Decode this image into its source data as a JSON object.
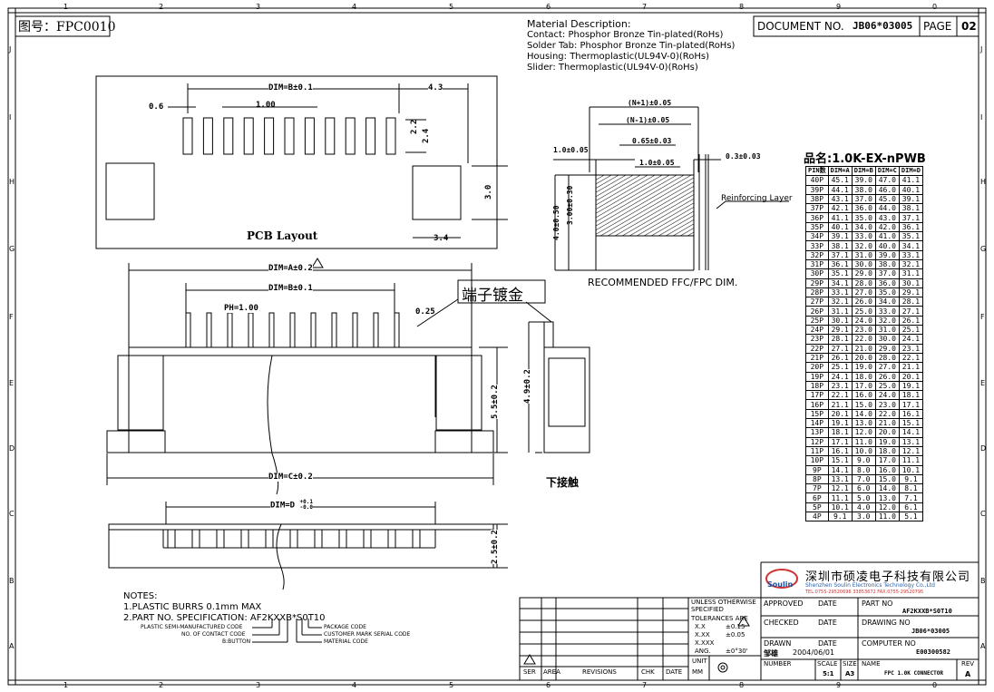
{
  "header": {
    "fig_label": "图号：FPC0010",
    "doc_no_label": "DOCUMENT NO.",
    "doc_no": "JB06*03005",
    "page_label": "PAGE",
    "page": "02"
  },
  "grid": {
    "cols_top": [
      "1",
      "2",
      "3",
      "4",
      "5",
      "6",
      "7",
      "8",
      "9",
      "0"
    ],
    "rows_side": [
      "J",
      "I",
      "H",
      "G",
      "F",
      "E",
      "D",
      "C",
      "B",
      "A"
    ]
  },
  "material": {
    "title": "Material Description:",
    "lines": [
      "Contact: Phosphor Bronze Tin-plated(RoHs)",
      "Solder Tab: Phosphor Bronze Tin-plated(RoHs)",
      "Housing: Thermoplastic(UL94V-0)(RoHs)",
      "Slider: Thermoplastic(UL94V-0)(RoHs)"
    ]
  },
  "pcb": {
    "title": "PCB Layout",
    "dim_b": "DIM=B±0.1",
    "d43": "4.3",
    "d06": "0.6",
    "d100": "1.00",
    "d22": "2.2",
    "d24": "2.4",
    "d30": "3.0",
    "d34": "3.4"
  },
  "ffc": {
    "title": "RECOMMENDED FFC/FPC DIM.",
    "n1": "(N+1)±0.05",
    "nm1": "(N-1)±0.05",
    "d065": "0.65±0.03",
    "d10": "1.0±0.05",
    "d10b": "1.0±0.05",
    "d03": "0.3±0.03",
    "d40": "4.0±0.50",
    "d30": "3.00±0.30",
    "reinforce": "Reinforcing Layer"
  },
  "front": {
    "dim_a": "DIM=A±0.2",
    "dim_b": "DIM=B±0.1",
    "ph": "PH=1.00",
    "d025": "0.25",
    "dim_c": "DIM=C±0.2",
    "d55": "5.5±0.2",
    "plating": "端子镀金"
  },
  "side": {
    "d49": "4.9±0.2",
    "bottom_contact": "下接触"
  },
  "bottom": {
    "dim_d": "DIM=D",
    "tol_up": "+0.1",
    "tol_dn": "-0.0",
    "d25": "2.5±0.2"
  },
  "notes": {
    "title": "NOTES:",
    "n1": "1.PLASTIC BURRS 0.1mm MAX",
    "n2": "2.PART NO. SPECIFICATION: AF2KXXB*S0T10",
    "c1": "PLASTIC SEMI-MANUFACTURED CODE",
    "c2": "NO. OF CONTACT CODE",
    "c3": "B:BUTTON",
    "c4": "PACKAGE CODE",
    "c5": "CUSTOMER MARK SERIAL CODE",
    "c6": "MATERIAL CODE"
  },
  "pin_table": {
    "title": "品名:1.0K-EX-nPWB",
    "headers": [
      "PIN数",
      "DIM=A",
      "DIM=B",
      "DIM=C",
      "DIM=D"
    ],
    "rows": [
      [
        "40P",
        "45.1",
        "39.0",
        "47.0",
        "41.1"
      ],
      [
        "39P",
        "44.1",
        "38.0",
        "46.0",
        "40.1"
      ],
      [
        "38P",
        "43.1",
        "37.0",
        "45.0",
        "39.1"
      ],
      [
        "37P",
        "42.1",
        "36.0",
        "44.0",
        "38.1"
      ],
      [
        "36P",
        "41.1",
        "35.0",
        "43.0",
        "37.1"
      ],
      [
        "35P",
        "40.1",
        "34.0",
        "42.0",
        "36.1"
      ],
      [
        "34P",
        "39.1",
        "33.0",
        "41.0",
        "35.1"
      ],
      [
        "33P",
        "38.1",
        "32.0",
        "40.0",
        "34.1"
      ],
      [
        "32P",
        "37.1",
        "31.0",
        "39.0",
        "33.1"
      ],
      [
        "31P",
        "36.1",
        "30.0",
        "38.0",
        "32.1"
      ],
      [
        "30P",
        "35.1",
        "29.0",
        "37.0",
        "31.1"
      ],
      [
        "29P",
        "34.1",
        "28.0",
        "36.0",
        "30.1"
      ],
      [
        "28P",
        "33.1",
        "27.0",
        "35.0",
        "29.1"
      ],
      [
        "27P",
        "32.1",
        "26.0",
        "34.0",
        "28.1"
      ],
      [
        "26P",
        "31.1",
        "25.0",
        "33.0",
        "27.1"
      ],
      [
        "25P",
        "30.1",
        "24.0",
        "32.0",
        "26.1"
      ],
      [
        "24P",
        "29.1",
        "23.0",
        "31.0",
        "25.1"
      ],
      [
        "23P",
        "28.1",
        "22.0",
        "30.0",
        "24.1"
      ],
      [
        "22P",
        "27.1",
        "21.0",
        "29.0",
        "23.1"
      ],
      [
        "21P",
        "26.1",
        "20.0",
        "28.0",
        "22.1"
      ],
      [
        "20P",
        "25.1",
        "19.0",
        "27.0",
        "21.1"
      ],
      [
        "19P",
        "24.1",
        "18.0",
        "26.0",
        "20.1"
      ],
      [
        "18P",
        "23.1",
        "17.0",
        "25.0",
        "19.1"
      ],
      [
        "17P",
        "22.1",
        "16.0",
        "24.0",
        "18.1"
      ],
      [
        "16P",
        "21.1",
        "15.0",
        "23.0",
        "17.1"
      ],
      [
        "15P",
        "20.1",
        "14.0",
        "22.0",
        "16.1"
      ],
      [
        "14P",
        "19.1",
        "13.0",
        "21.0",
        "15.1"
      ],
      [
        "13P",
        "18.1",
        "12.0",
        "20.0",
        "14.1"
      ],
      [
        "12P",
        "17.1",
        "11.0",
        "19.0",
        "13.1"
      ],
      [
        "11P",
        "16.1",
        "10.0",
        "18.0",
        "12.1"
      ],
      [
        "10P",
        "15.1",
        "9.0",
        "17.0",
        "11.1"
      ],
      [
        "9P",
        "14.1",
        "8.0",
        "16.0",
        "10.1"
      ],
      [
        "8P",
        "13.1",
        "7.0",
        "15.0",
        "9.1"
      ],
      [
        "7P",
        "12.1",
        "6.0",
        "14.0",
        "8.1"
      ],
      [
        "6P",
        "11.1",
        "5.0",
        "13.0",
        "7.1"
      ],
      [
        "5P",
        "10.1",
        "4.0",
        "12.0",
        "6.1"
      ],
      [
        "4P",
        "9.1",
        "3.0",
        "11.0",
        "5.1"
      ]
    ]
  },
  "company": {
    "logo": "Soulin",
    "name_cn": "深圳市硕凌电子科技有限公司",
    "name_en": "Shenzhen Soulin Electronics Technology Co.,Ltd",
    "tel": "TEL:0755-29520696 33853672   FAX:0755-29520795"
  },
  "title_block": {
    "unless": "UNLESS OTHERWISE SPECIFIED",
    "tolerances": "TOLERANCES ARE",
    "xx": "X.X",
    "xx_v": "±0.15",
    "xxx": "X.XX",
    "xxx_v": "±0.05",
    "xxxx": "X.XXX",
    "ang": "ANG.",
    "ang_v": "±0°30'",
    "unit": "UNIT",
    "mm": "MM",
    "approved": "APPROVED",
    "date": "DATE",
    "part_no_label": "PART NO",
    "part_no": "AF2KXXB*S0T10",
    "checked": "CHECKED",
    "drawing_no_label": "DRAWING NO",
    "drawing_no": "JB06*03005",
    "drawn": "DRAWN",
    "drawn_by": "邹雄",
    "drawn_date": "2004/06/01",
    "computer_no_label": "COMPUTER NO",
    "computer_no": "E00300582",
    "number": "NUMBER",
    "scale": "SCALE",
    "scale_v": "5:1",
    "size": "SIZE",
    "size_v": "A3",
    "name_label": "NAME",
    "name": "FPC 1.0K CONNECTOR",
    "rev": "REV",
    "rev_v": "A",
    "rev_cols": [
      "SER",
      "AREA",
      "REVISIONS",
      "CHK",
      "DATE"
    ]
  }
}
